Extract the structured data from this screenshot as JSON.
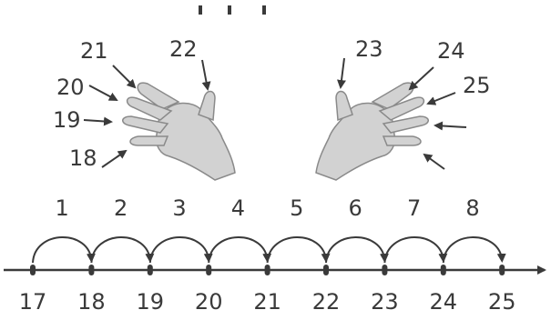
{
  "finger_labels": {
    "left_hand": [
      "21",
      "20",
      "19",
      "18",
      "22"
    ],
    "right_hand": [
      "23",
      "24",
      "25"
    ]
  },
  "jump_labels": [
    "1",
    "2",
    "3",
    "4",
    "5",
    "6",
    "7",
    "8"
  ],
  "number_line": {
    "ticks": [
      "17",
      "18",
      "19",
      "20",
      "21",
      "22",
      "23",
      "24",
      "25"
    ]
  },
  "colors": {
    "hand_fill": "#d2d2d2",
    "ink": "#3a3a3a"
  }
}
